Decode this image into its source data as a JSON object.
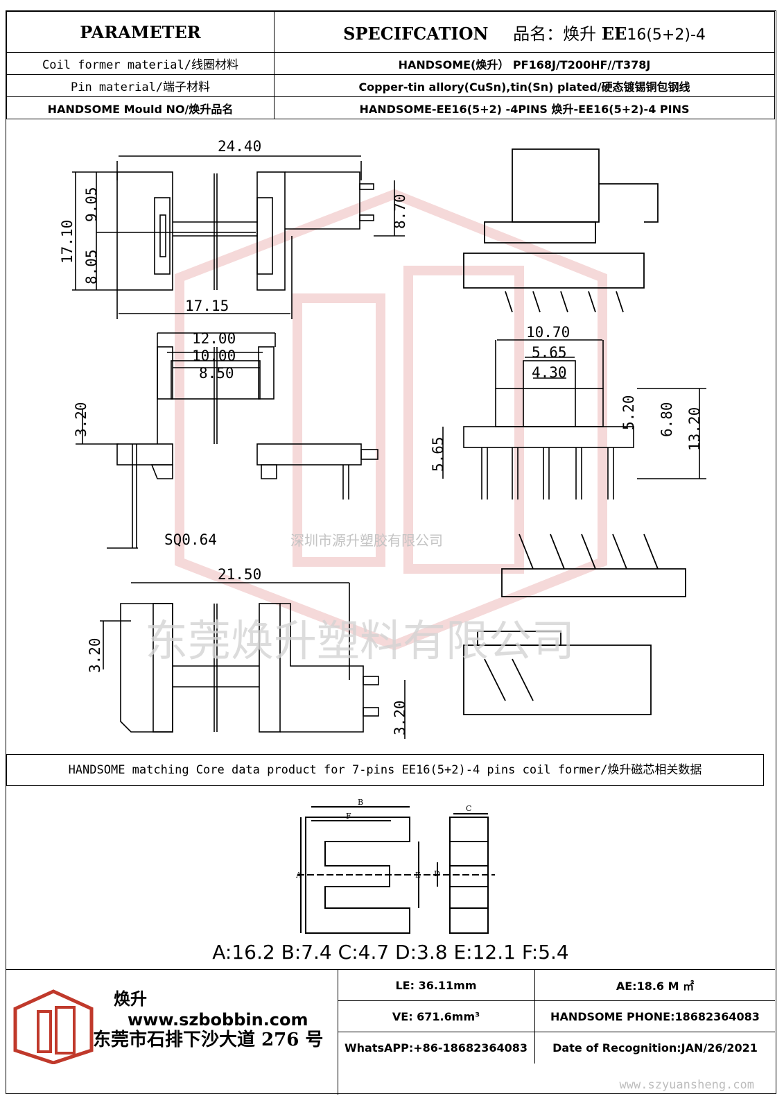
{
  "header": {
    "param_title": "PARAMETER",
    "spec_title": "SPECIFCATION",
    "product_label": "品名：焕升",
    "product_model_bold": "EE",
    "product_model": "16(5+2)-4"
  },
  "rows": [
    {
      "label": "Coil former material/线圈材料",
      "value": "HANDSOME(焕升）  PF168J/T200HF//T378J"
    },
    {
      "label": "Pin material/端子材料",
      "value": "Copper-tin allory(CuSn),tin(Sn) plated/硬态镀锡铜包钢线"
    },
    {
      "label": "HANDSOME Mould NO/焕升品名",
      "value": "HANDSOME-EE16(5+2) -4PINS    焕升-EE16(5+2)-4 PINS"
    }
  ],
  "dims": {
    "A": "17.10",
    "B": "24.40",
    "C": "8.70",
    "D": "17.15",
    "E": "12.00",
    "F": "10.00",
    "G": "8.50",
    "H": "3.20",
    "I": "3.20",
    "J": "SQ0.64",
    "K": "3.20",
    "L": "5.65",
    "M": "10.70",
    "N": "5.65",
    "O": "4.30",
    "P": "5.20",
    "Q": "6.80",
    "R": "13.20",
    "S": "21.50",
    "upper": "9.05",
    "lower": "8.05"
  },
  "watermark": {
    "company_small": "深圳市源升塑胶有限公司",
    "company_large": "东莞焕升塑料有限公司",
    "site": "www.szyuansheng.com"
  },
  "core": {
    "title": "HANDSOME matching Core data  product for 7-pins EE16(5+2)-4 pins coil former/焕升磁芯相关数据",
    "data_line": "A:16.2 B:7.4 C:4.7 D:3.8 E:12.1 F:5.4",
    "letters": {
      "A": "A",
      "B": "B",
      "C": "C",
      "D": "D",
      "E": "E",
      "F": "F"
    }
  },
  "footer": {
    "brand_name": "焕升",
    "brand_url": "www.szbobbin.com",
    "address": "东莞市石排下沙大道 276 号",
    "le": "LE: 36.11mm",
    "ae": "AE:18.6 M ㎡",
    "ve": "VE: 671.6mm³",
    "phone": "HANDSOME PHONE:18682364083",
    "whatsapp": "WhatsAPP:+86-18682364083",
    "date": "Date of Recognition:JAN/26/2021"
  },
  "colors": {
    "watermark_red": "#e9a5a5",
    "line": "#000000",
    "watermark_gray": "#c8c8c8"
  }
}
